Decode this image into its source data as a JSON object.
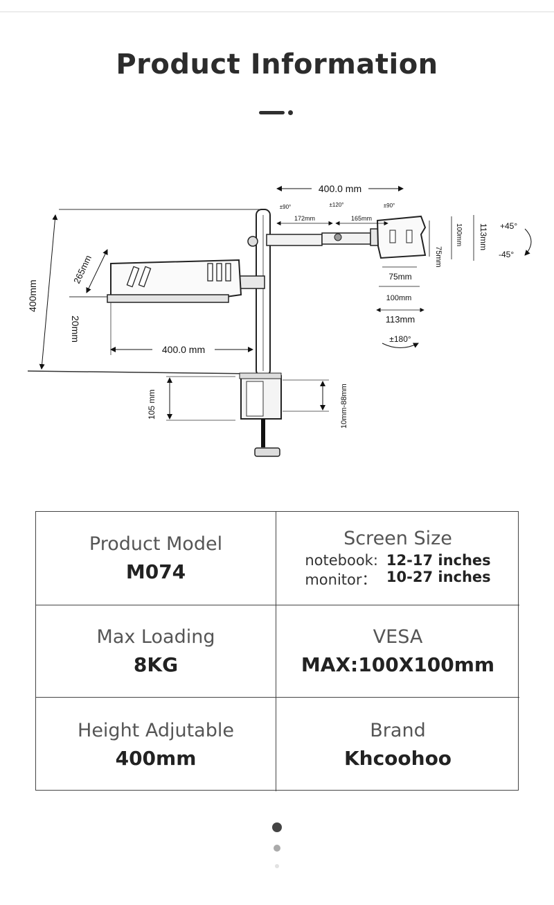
{
  "title": "Product Information",
  "diagram": {
    "dims": {
      "arm_width_top": "400.0 mm",
      "arm_width_bottom": "400.0 mm",
      "height_total": "400mm",
      "tray_depth": "265mm",
      "tray_thickness": "20mm",
      "clamp_depth": "105 mm",
      "clamp_range": "10mm-88mm",
      "seg1": "172mm",
      "seg2": "165mm",
      "rot_left": "±90°",
      "rot_mid": "±120°",
      "rot_right": "±90°",
      "vesa_75_h": "75mm",
      "vesa_100_h": "100mm",
      "plate_113_h": "113mm",
      "vesa_75_w": "75mm",
      "vesa_100_w": "100mm",
      "plate_113_w": "113mm",
      "tilt_up": "+45°",
      "tilt_down": "-45°",
      "rotate": "±180°"
    }
  },
  "specs": {
    "model_label": "Product Model",
    "model_value": "M074",
    "screen_label": "Screen Size",
    "notebook_key": "notebook:",
    "notebook_value": "12-17 inches",
    "monitor_key": "monitor：",
    "monitor_value": "10-27 inches",
    "loading_label": "Max Loading",
    "loading_value": "8KG",
    "vesa_label": "VESA",
    "vesa_value": "MAX:100X100mm",
    "height_label": "Height Adjutable",
    "height_value": "400mm",
    "brand_label": "Brand",
    "brand_value": "Khcoohoo"
  },
  "pager": {
    "count": 3,
    "active": 0
  }
}
